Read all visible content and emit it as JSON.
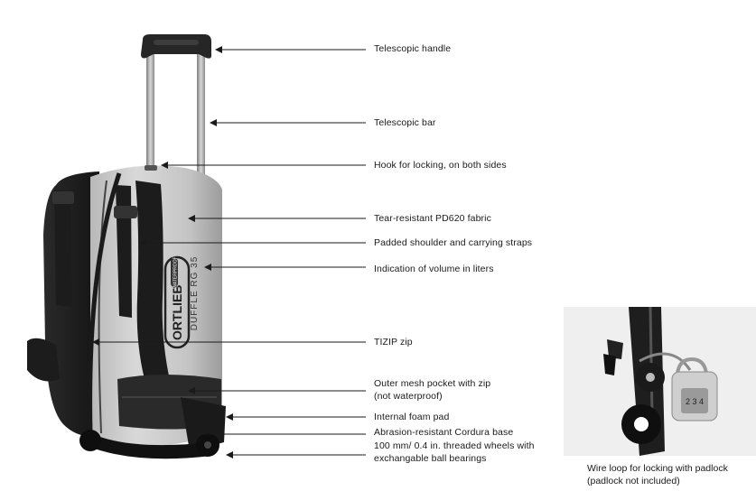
{
  "image_subject": "Rolling duffle bag with annotated features",
  "colors": {
    "bag_body": "#c9c9c9",
    "straps": "#1c1c1c",
    "handle": "#2b2b2b",
    "bar": "#a8a8a8",
    "leader_line": "#1a1a1a"
  },
  "callouts": [
    {
      "label": "Telescopic handle"
    },
    {
      "label": "Telescopic bar"
    },
    {
      "label": "Hook for locking, on both sides"
    },
    {
      "label": "Tear-resistant PD620 fabric"
    },
    {
      "label": "Padded shoulder and carrying straps"
    },
    {
      "label": "Indication of volume in liters"
    },
    {
      "label": "TIZIP zip"
    },
    {
      "label_line1": "Outer mesh pocket with zip",
      "label_line2": "(not waterproof)"
    },
    {
      "label": "Internal foam pad"
    },
    {
      "label": "Abrasion-resistant Cordura base"
    },
    {
      "label_line1": "100 mm/ 0.4 in. threaded wheels with",
      "label_line2": "exchangable ball bearings"
    }
  ],
  "inset": {
    "caption_line1": "Wire loop for locking with padlock",
    "caption_line2": "(padlock not included)",
    "lock_digits": "2 3 4"
  },
  "bag_print": {
    "brand": "ORTLIEB",
    "badge": "WATERPROOF",
    "model": "DUFFLE RG 35"
  }
}
